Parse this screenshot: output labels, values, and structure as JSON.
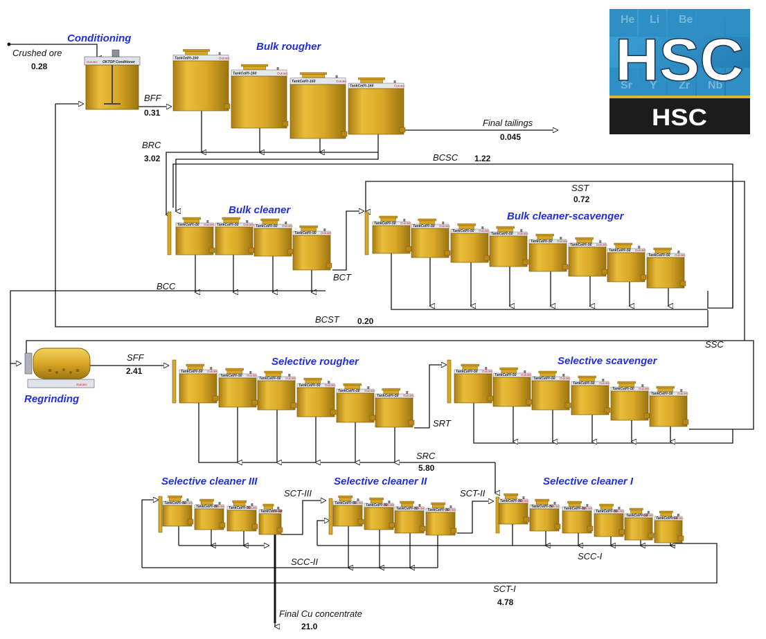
{
  "logo": {
    "main_text": "HSC",
    "sub_text": "HSC"
  },
  "units": {
    "conditioning": "Conditioning",
    "bulk_rougher": "Bulk rougher",
    "bulk_cleaner": "Bulk cleaner",
    "bulk_cleaner_scavenger": "Bulk cleaner-scavenger",
    "regrinding": "Regrinding",
    "selective_rougher": "Selective rougher",
    "selective_scavenger": "Selective scavenger",
    "selective_cleaner_3": "Selective cleaner III",
    "selective_cleaner_2": "Selective cleaner II",
    "selective_cleaner_1": "Selective cleaner I"
  },
  "streams": {
    "crushed_ore": {
      "label": "Crushed ore",
      "value": "0.28"
    },
    "bff": {
      "label": "BFF",
      "value": "0.31"
    },
    "final_tailings": {
      "label": "Final tailings",
      "value": "0.045"
    },
    "brc": {
      "label": "BRC",
      "value": "3.02"
    },
    "bcsc": {
      "label": "BCSC",
      "value": "1.22"
    },
    "sst": {
      "label": "SST",
      "value": "0.72"
    },
    "bcc": {
      "label": "BCC"
    },
    "bct": {
      "label": "BCT"
    },
    "bcst": {
      "label": "BCST",
      "value": "0.20"
    },
    "ssc": {
      "label": "SSC"
    },
    "sff": {
      "label": "SFF",
      "value": "2.41"
    },
    "srt": {
      "label": "SRT"
    },
    "src": {
      "label": "SRC",
      "value": "5.80"
    },
    "sct3": {
      "label": "SCT-III"
    },
    "sct2": {
      "label": "SCT-II"
    },
    "scc2": {
      "label": "SCC-II"
    },
    "scc1": {
      "label": "SCC-I"
    },
    "sct1": {
      "label": "SCT-I",
      "value": "4.78"
    },
    "final_cu": {
      "label": "Final Cu concentrate",
      "value": "21.0"
    }
  },
  "equipment_labels": {
    "conditioner_brand": "Outotec",
    "conditioner_name": "OKTOP Conditioner",
    "tankcell_160": "TankCell®-160",
    "tankcell_small": "TankCell®-50",
    "mill_brand": "Outotec"
  },
  "colors": {
    "cell": "#d8a726",
    "cell_dark": "#9c7410",
    "cell_light": "#f0cc55",
    "title": "#1f2ee0",
    "brand_red": "#c0282d"
  }
}
